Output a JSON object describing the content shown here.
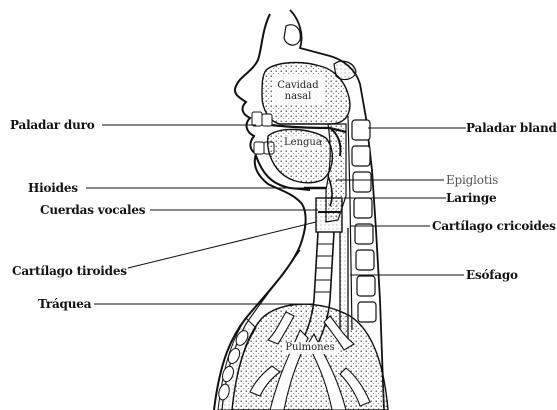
{
  "labels": {
    "paladar_duro": "Paladar duro",
    "paladar_blando": "Paladar blando",
    "epiglotis": "Epiglotis",
    "hioides": "Hioides",
    "laringe": "Laringe",
    "cuerdas_vocales": "Cuerdas vocales",
    "cartilago_cricoides": "Cartílago cricoides",
    "cartilago_tiroides": "Cartílago tiroides",
    "esofago": "Esófago",
    "traquea": "Tráquea"
  },
  "inner_labels": {
    "cavidad_line1": "Cavidad",
    "cavidad_line2": "nasal",
    "lengua": "Lengua",
    "pulmones": "Pulmones"
  }
}
